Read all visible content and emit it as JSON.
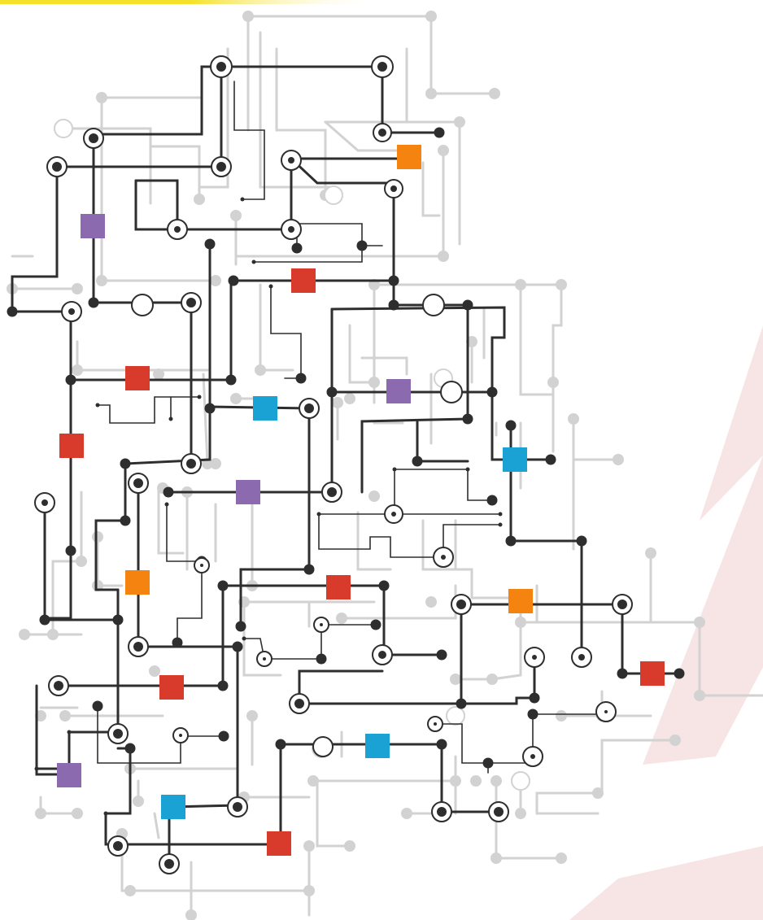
{
  "colors": {
    "background": "#ffffff",
    "trace_light": "#d2d2d2",
    "trace_dark": "#2e2e2e",
    "accent_top_bar": "#f5e12a",
    "watermark": "#f7e4e4",
    "component_red": "#d83a2c",
    "component_orange": "#f5830f",
    "component_purple": "#8b6aaf",
    "component_blue": "#1ba2d4"
  },
  "components": {
    "red": 7,
    "orange": 3,
    "purple": 4,
    "blue": 4
  }
}
